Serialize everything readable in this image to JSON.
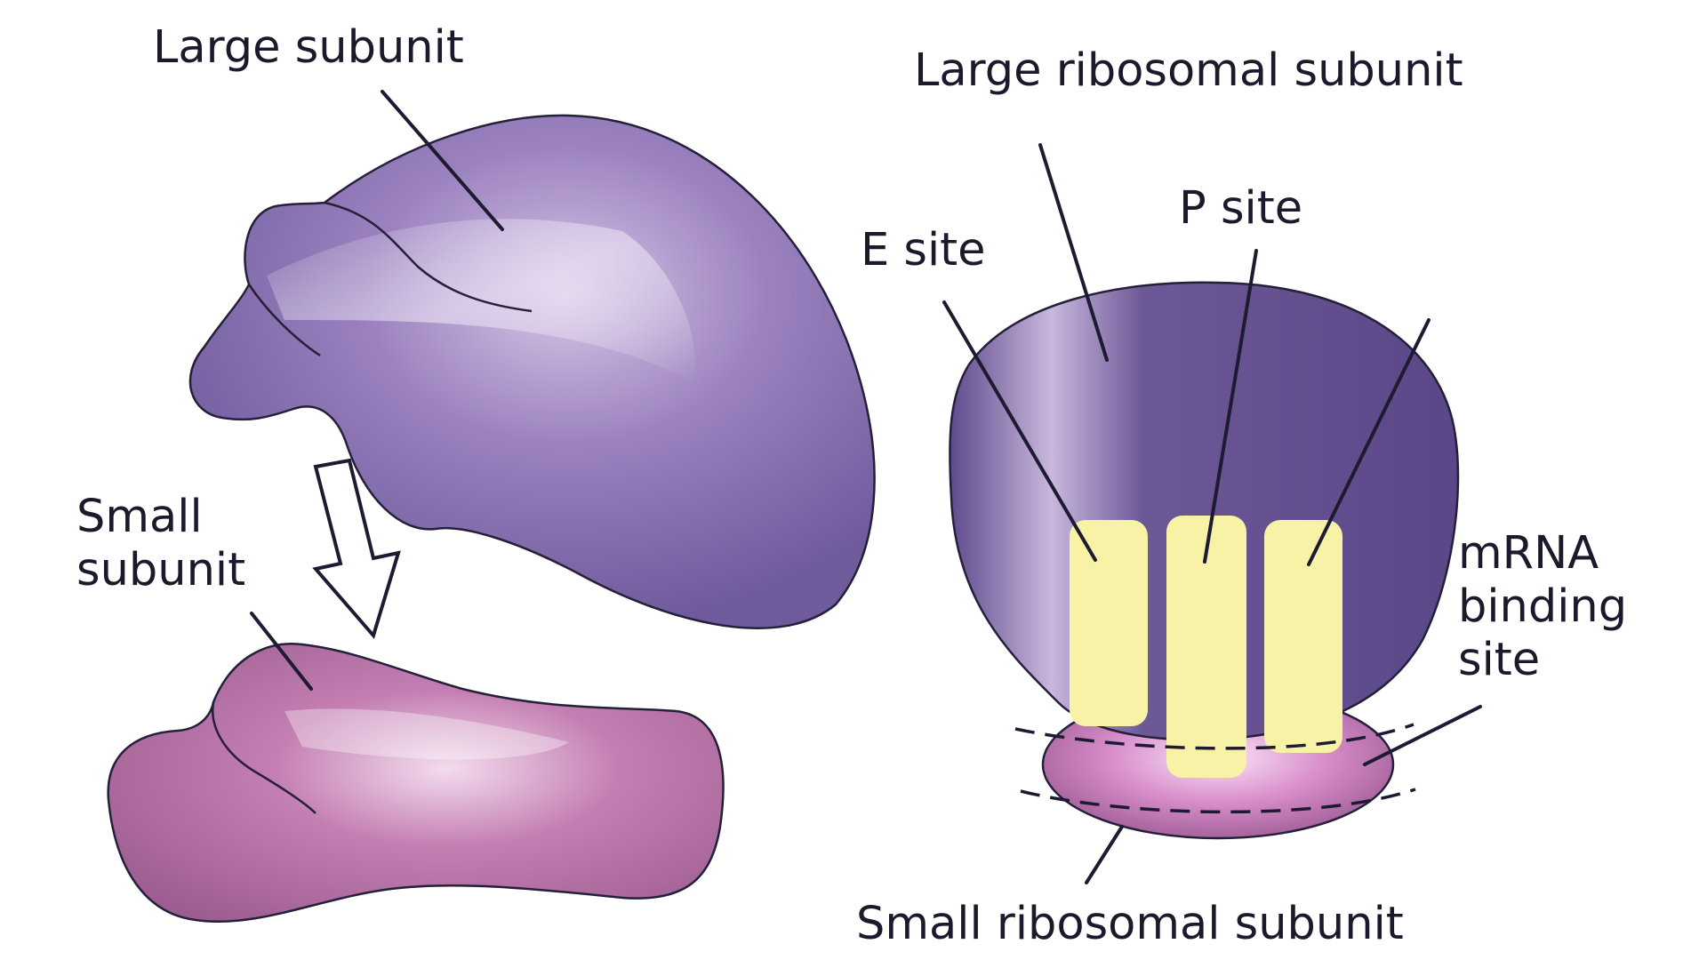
{
  "labels": {
    "large_subunit": "Large subunit",
    "small_subunit_line1": "Small",
    "small_subunit_line2": "subunit",
    "large_ribosomal_subunit": "Large ribosomal subunit",
    "e_site": "E site",
    "p_site": "P site",
    "mrna_line1": "mRNA",
    "mrna_line2": "binding",
    "mrna_line3": "site",
    "small_ribosomal_subunit": "Small ribosomal subunit"
  },
  "colors": {
    "large_subunit": "#7a64a6",
    "small_subunit": "#b46a9e",
    "tRNA_site": "#f7f2a6",
    "outline": "#24203a",
    "text": "#1b1a2c"
  }
}
